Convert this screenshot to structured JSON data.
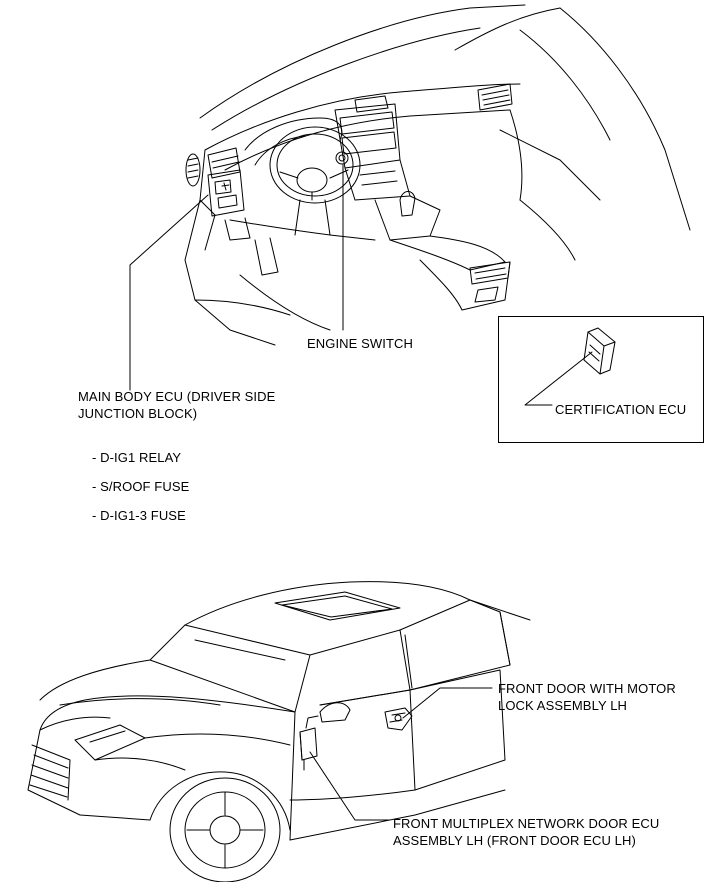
{
  "labels": {
    "engine_switch": "ENGINE SWITCH",
    "main_body_ecu_line1": "MAIN BODY ECU (DRIVER SIDE",
    "main_body_ecu_line2": "JUNCTION BLOCK)",
    "certification_ecu": "CERTIFICATION ECU",
    "front_door_motor_line1": "FRONT DOOR WITH MOTOR",
    "front_door_motor_line2": "LOCK ASSEMBLY LH",
    "front_multiplex_line1": "FRONT MULTIPLEX NETWORK DOOR ECU",
    "front_multiplex_line2": "ASSEMBLY LH (FRONT DOOR ECU LH)"
  },
  "sub_items": [
    "- D-IG1 RELAY",
    "- S/ROOF FUSE",
    "- D-IG1-3 FUSE"
  ],
  "illustrations": [
    "vehicle-interior-dashboard",
    "vehicle-exterior-front-left",
    "certification-ecu-module"
  ]
}
